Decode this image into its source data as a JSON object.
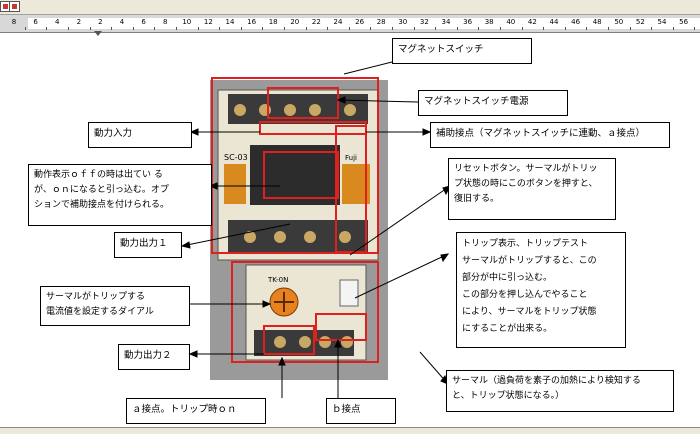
{
  "ruler": {
    "labels": [
      "8",
      "6",
      "4",
      "2",
      "2",
      "4",
      "6",
      "8",
      "10",
      "12",
      "14",
      "16",
      "18",
      "20",
      "22",
      "24",
      "26",
      "28",
      "30",
      "32",
      "34",
      "36",
      "38",
      "40",
      "42",
      "44",
      "46",
      "48",
      "50",
      "52",
      "54",
      "56"
    ]
  },
  "photo_labels": {
    "left_device_model": "SC-03",
    "brand": "Fuji",
    "relay_model": "TK-0N"
  },
  "callouts": {
    "magnet_switch": "マグネットスイッチ",
    "magnet_power": "マグネットスイッチ電源",
    "power_input": "動力入力",
    "aux_contact": "補助接点（マグネットスイッチに連動、ａ接点）",
    "status_display": "動作表示ｏｆｆの時は出てい る\nが、ｏｎになると引っ込む。オプ\nションで補助接点を付けられる。",
    "reset_button": "リセットボタン。サーマルがトリッ\nプ状態の時にこのボタンを押すと、\n復旧する。",
    "power_output_1": "動力出力１",
    "trip_display": "トリップ表示、トリップテスト\nサーマルがトリップすると、この\n部分が中に引っ込む。\nこの部分を押し込んでやること\nにより、サーマルをトリップ状態\nにすることが出来る。",
    "thermal_dial": "サーマルがトリップする\n電流値を設定するダイアル",
    "power_output_2": "動力出力２",
    "thermal": "サーマル（過負荷を素子の加熱により検知する\nと、トリップ状態になる。）",
    "a_contact": "ａ接点。トリップ時ｏｎ",
    "b_contact": "ｂ接点"
  },
  "colors": {
    "highlight": "#e0201c",
    "photo_bg": "#9a9a9a"
  }
}
